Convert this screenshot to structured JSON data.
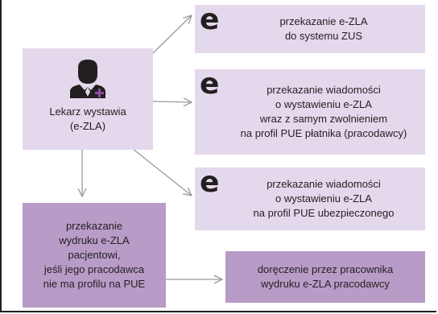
{
  "colors": {
    "light_box": "#e4d8ec",
    "dark_box": "#b89bc7",
    "arrow": "#9a9a9a",
    "text": "#231f20",
    "icon_cross": "#8e4d9e"
  },
  "doctor": {
    "icon": "doctor-icon",
    "label": "Lekarz wystawia\n(e-ZLA)"
  },
  "e_icon_letter": "e",
  "targets": [
    {
      "text": "przekazanie e-ZLA\ndo systemu ZUS"
    },
    {
      "text": "przekazanie wiadomości\no wystawieniu e-ZLA\nwraz z samym zwolnieniem\nna profil PUE płatnika (pracodawcy)"
    },
    {
      "text": "przekazanie wiadomości\no wystawieniu e-ZLA\nna profil PUE ubezpieczonego"
    }
  ],
  "print_box": {
    "text": "przekazanie\nwydruku e-ZLA\npacjentowi,\njeśli jego pracodawca\nnie ma profilu na PUE"
  },
  "delivery_box": {
    "text": "doręczenie przez pracownika\nwydruku e-ZLA pracodawcy"
  }
}
